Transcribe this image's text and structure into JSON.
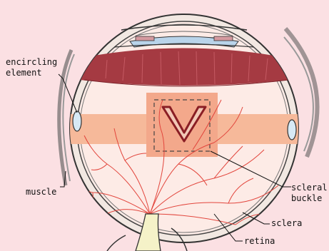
{
  "diagram": {
    "labels": {
      "encircling_element_line1": "encircling",
      "encircling_element_line2": "element",
      "muscle": "muscle",
      "scleral_buckle_line1": "scleral",
      "scleral_buckle_line2": "buckle",
      "sclera": "sclera",
      "retina": "retina"
    },
    "colors": {
      "background": "#fbe0e3",
      "sclera_fill": "#f2e8e2",
      "interior_fill": "#fdebe6",
      "detached_retina": "#a53a42",
      "buckle_band": "#f6b99a",
      "buckle_highlight": "#f3a88b",
      "lens": "#b9d4ea",
      "vessel": "#e2453c",
      "encircling_element": "#d7e9f5",
      "optic_nerve": "#f5f2c8"
    }
  }
}
